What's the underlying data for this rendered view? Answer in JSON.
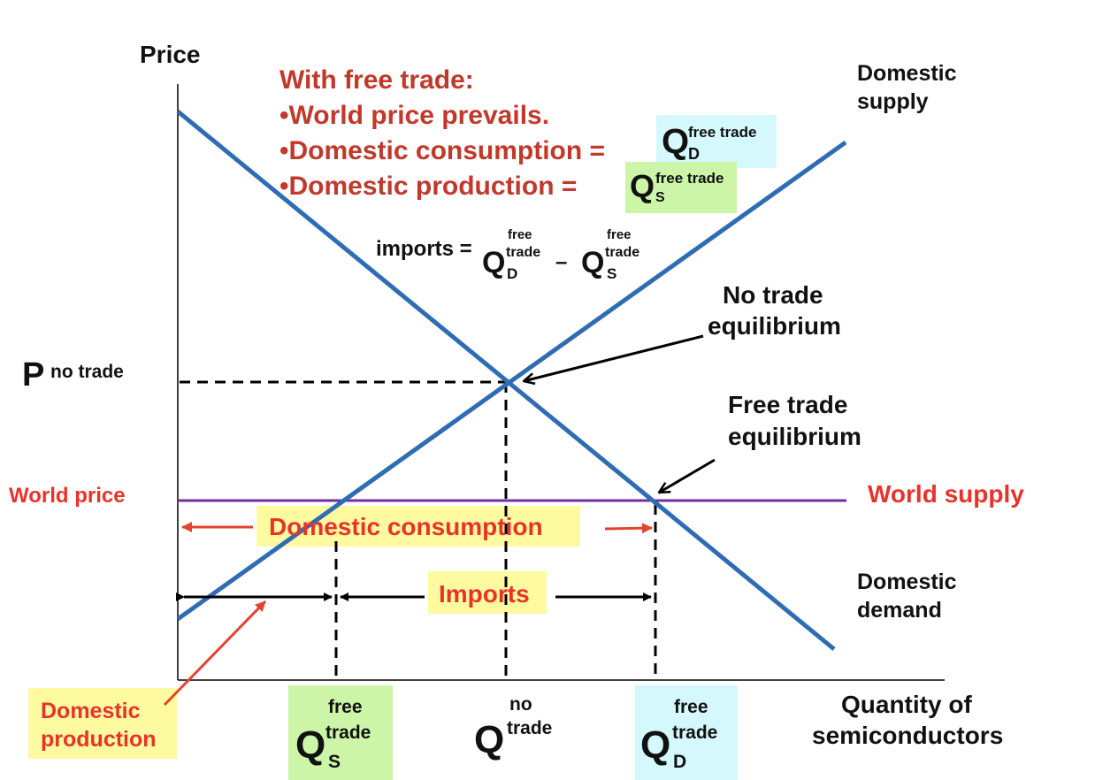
{
  "axes": {
    "y_label": "Price",
    "x_label_line1": "Quantity of",
    "x_label_line2": "semiconductors"
  },
  "headline": {
    "title": "With free trade:",
    "bullet1": "•World price prevails.",
    "bullet2": "•Domestic consumption =",
    "bullet3": "•Domestic production =",
    "qd_q": "Q",
    "qd_sup": "free trade",
    "qd_sub": "D",
    "qs_q": "Q",
    "qs_sup": "free trade",
    "qs_sub": "S"
  },
  "imports_formula": {
    "lhs": "imports =",
    "q1": "Q",
    "q1_sup1": "free",
    "q1_sup2": "trade",
    "q1_sub": "D",
    "minus": "–",
    "q2": "Q",
    "q2_sup1": "free",
    "q2_sup2": "trade",
    "q2_sub": "S"
  },
  "curve_labels": {
    "supply_line1": "Domestic",
    "supply_line2": "supply",
    "demand_line1": "Domestic",
    "demand_line2": "demand",
    "world_supply": "World supply"
  },
  "price_labels": {
    "p_no_trade_p": "P",
    "p_no_trade_text": "no trade",
    "world_price": "World price"
  },
  "annotations": {
    "no_trade_eq_line1": "No trade",
    "no_trade_eq_line2": "equilibrium",
    "free_trade_eq_line1": "Free trade",
    "free_trade_eq_line2": "equilibrium",
    "domestic_consumption": "Domestic consumption",
    "imports": "Imports",
    "domestic_production_line1": "Domestic",
    "domestic_production_line2": "production"
  },
  "x_ticks": {
    "qs_q": "Q",
    "qs_sup1": "free",
    "qs_sup2": "trade",
    "qs_sub": "S",
    "qn_q": "Q",
    "qn_sup1": "no",
    "qn_sup2": "trade",
    "qd_q": "Q",
    "qd_sup1": "free",
    "qd_sup2": "trade",
    "qd_sub": "D"
  },
  "colors": {
    "curves": "#2e6db4",
    "world_supply": "#7030a0",
    "headline_red": "#c0392b",
    "label_red": "#e8332a",
    "arrow_red": "#e2452e",
    "box_yellow": "#fefaa0",
    "box_green": "#ccf5a8",
    "box_cyan": "#d4f8fc"
  }
}
